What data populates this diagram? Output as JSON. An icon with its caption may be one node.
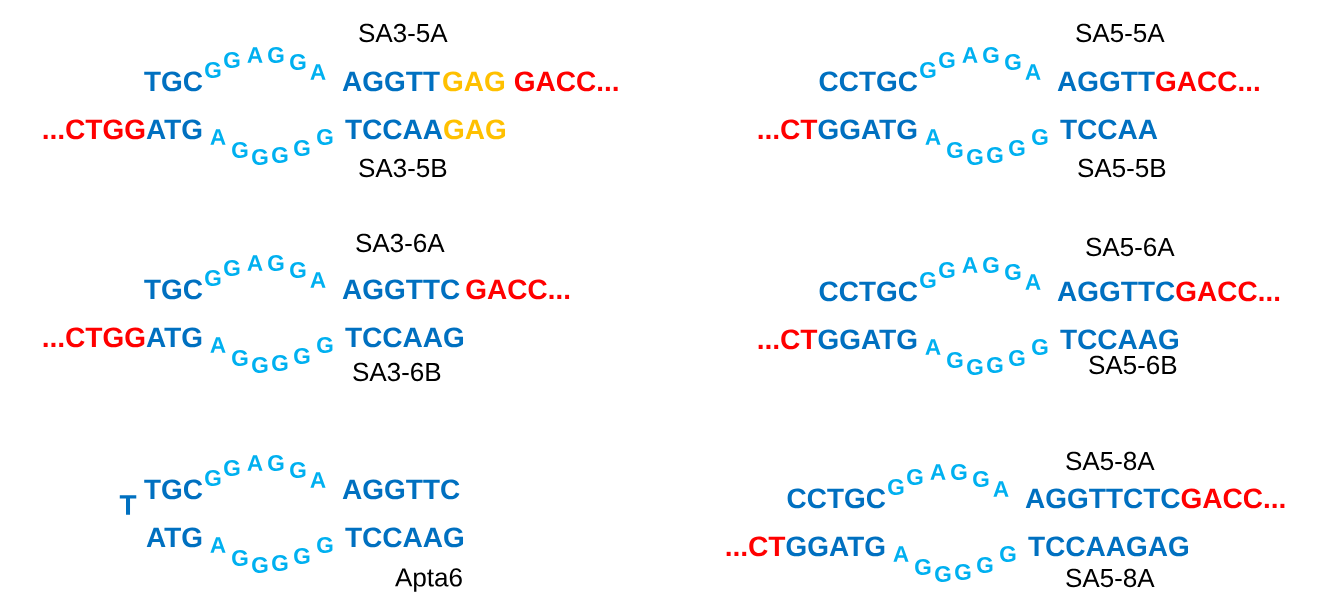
{
  "diagram": {
    "labels": [
      "SA3-5A",
      "TGC",
      "G",
      "G",
      "A",
      "G",
      "G",
      "A",
      "AGGTT",
      "GAG",
      "GACC...",
      "...CTGG",
      "ATG",
      "A",
      "G",
      "G",
      "G",
      "G",
      "G",
      "TCCAA",
      "GAG",
      "SA3-5B",
      "SA5-5A",
      "CCTGC",
      "G",
      "G",
      "A",
      "G",
      "G",
      "A",
      "AGGTT",
      "GACC...",
      "...CT",
      "GGATG",
      "A",
      "G",
      "G",
      "G",
      "G",
      "G",
      "TCCAA",
      "SA5-5B",
      "SA3-6A",
      "TGC",
      "G",
      "G",
      "A",
      "G",
      "G",
      "A",
      "AGGTTC",
      "GACC...",
      "...CTGG",
      "ATG",
      "A",
      "G",
      "G",
      "G",
      "G",
      "G",
      "TCCAAG",
      "SA3-6B",
      "SA5-6A",
      "CCTGC",
      "G",
      "G",
      "A",
      "G",
      "G",
      "A",
      "AGGTTC",
      "GACC...",
      "...CT",
      "GGATG",
      "A",
      "G",
      "G",
      "G",
      "G",
      "G",
      "TCCAAG",
      "SA5-6B",
      "T",
      "TGC",
      "G",
      "G",
      "A",
      "G",
      "G",
      "A",
      "AGGTTC",
      "ATG",
      "A",
      "G",
      "G",
      "G",
      "G",
      "G",
      "TCCAAG",
      "Apta6",
      "SA5-8A",
      "CCTGC",
      "G",
      "G",
      "A",
      "G",
      "G",
      "A",
      "AGGTTCTC",
      "GACC...",
      "...CT",
      "GGATG",
      "A",
      "G",
      "G",
      "G",
      "G",
      "G",
      "TCCAAGAG",
      "SA5-8A"
    ]
  }
}
